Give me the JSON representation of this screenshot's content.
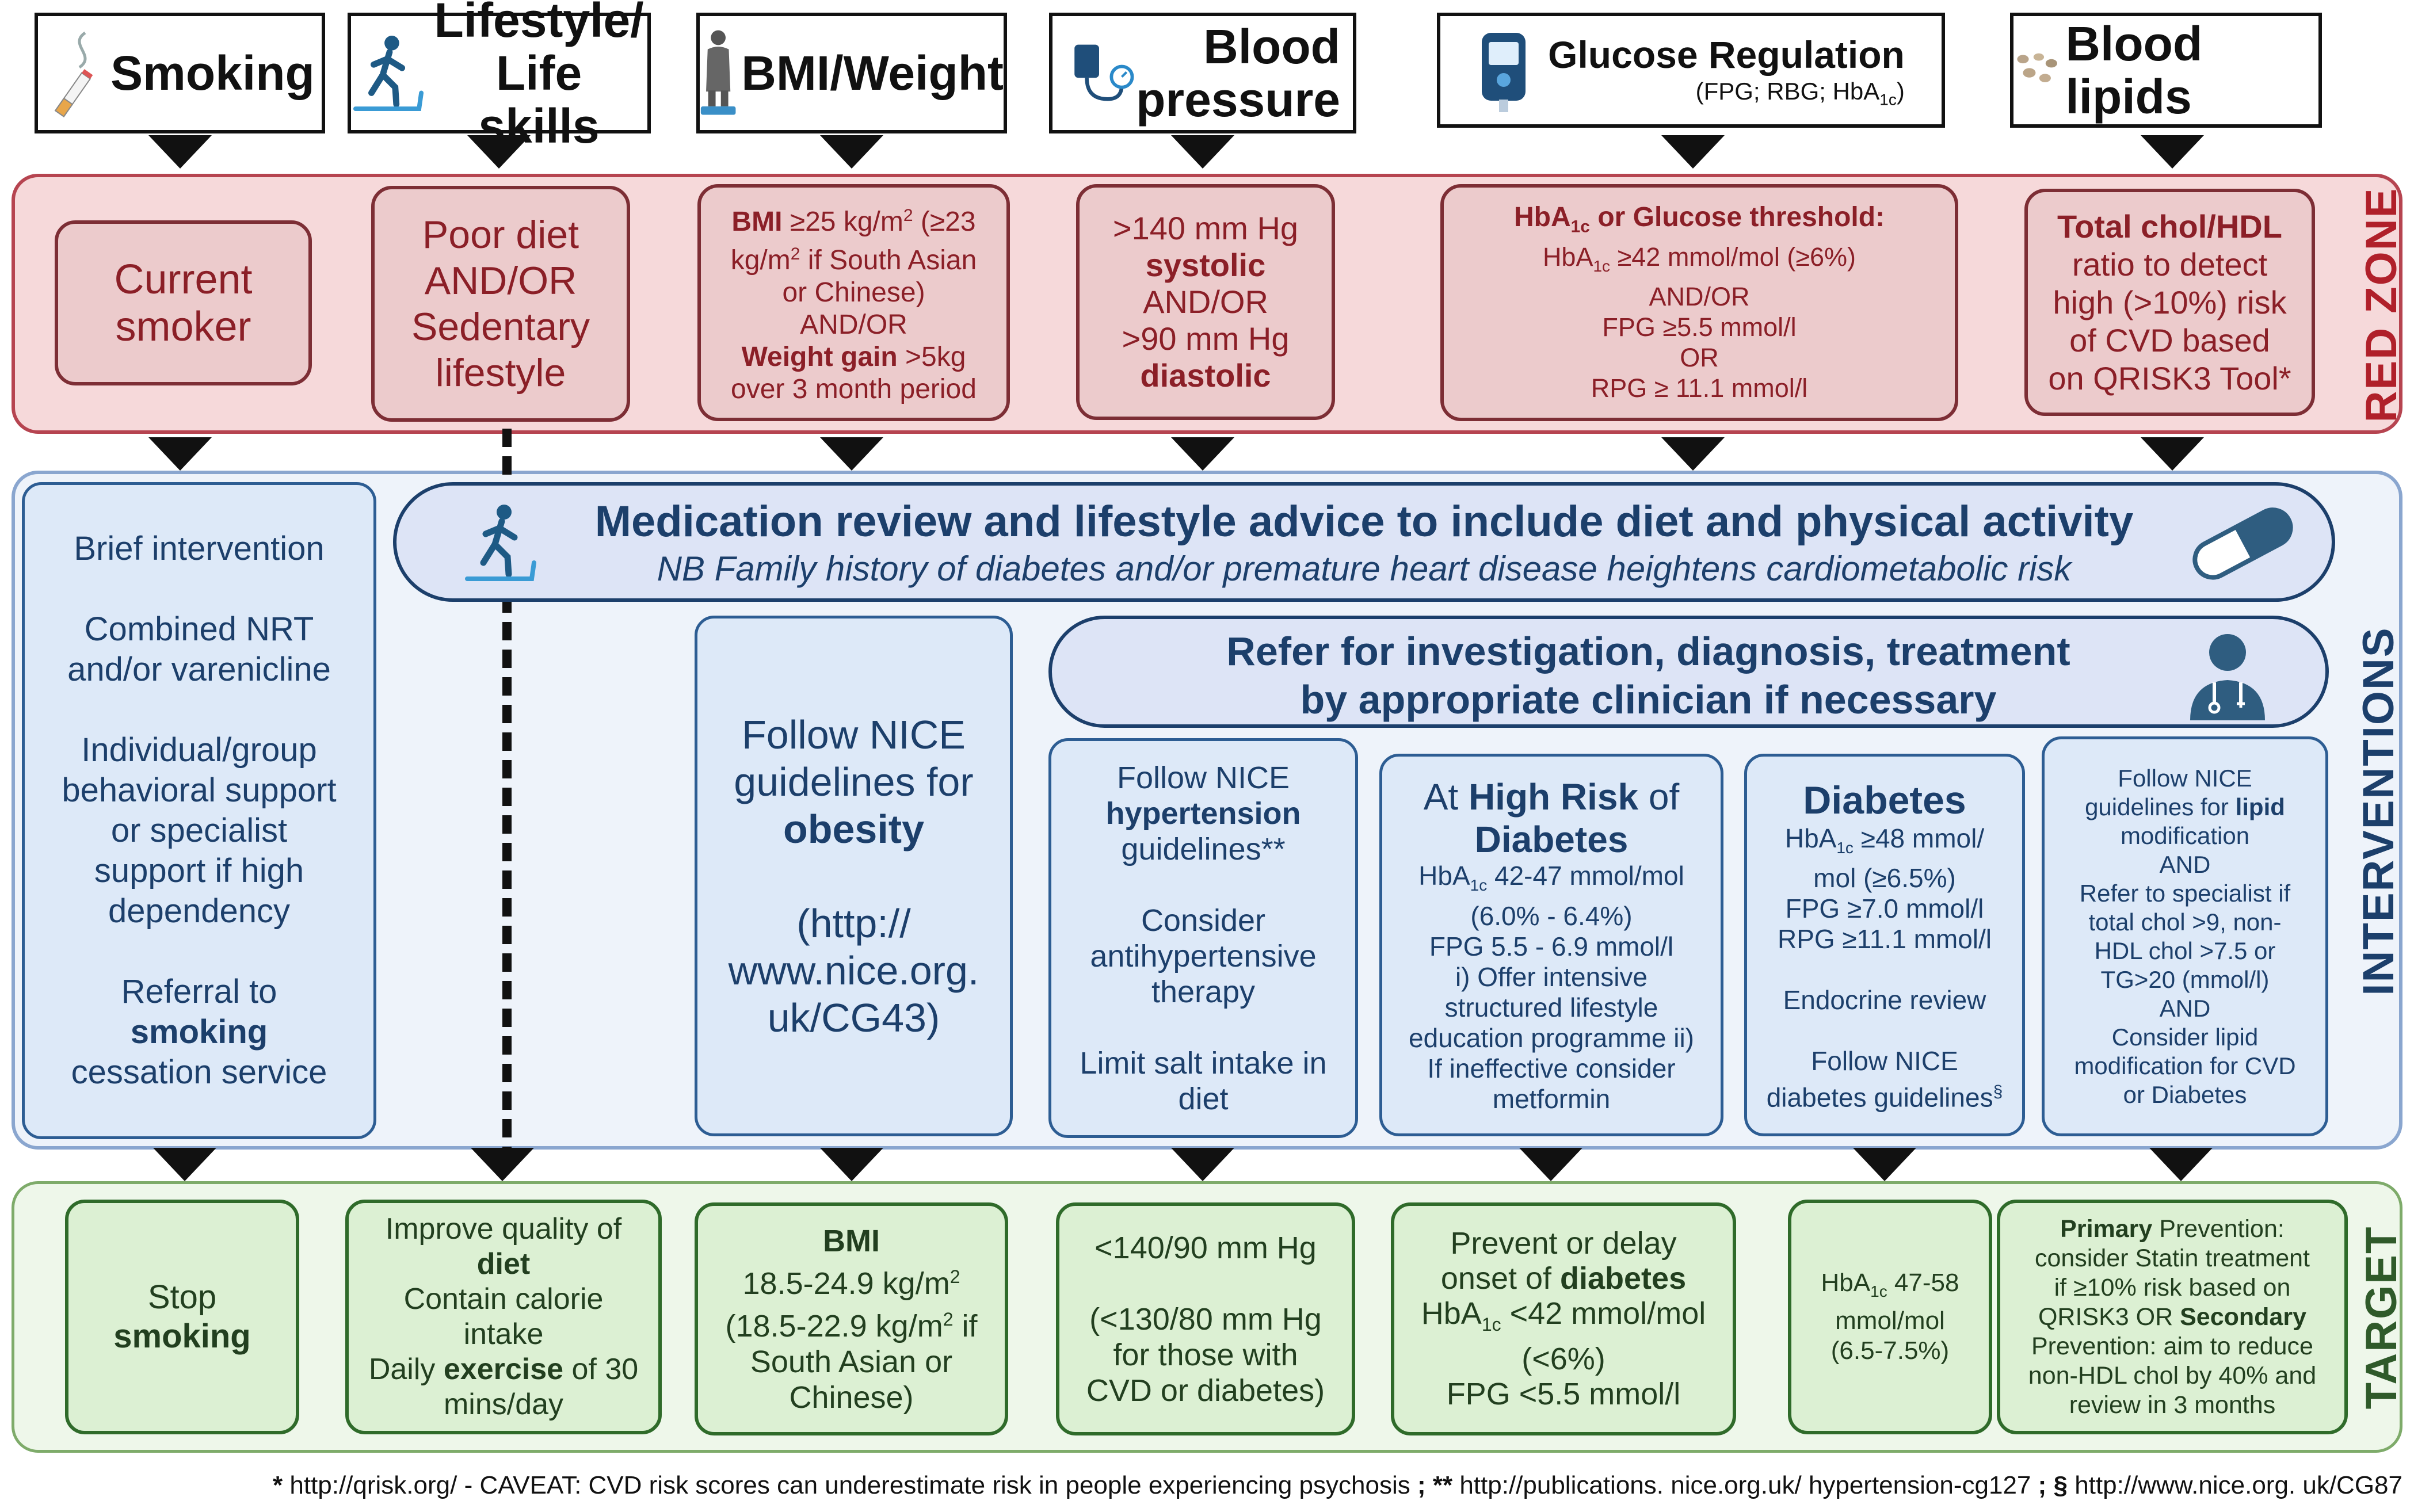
{
  "headers": {
    "smoking": "Smoking",
    "lifestyle": "Lifestyle/\nLife skills",
    "bmi": "BMI/Weight",
    "blood_pressure": "Blood\npressure",
    "glucose": "Glucose Regulation",
    "glucose_sub_a": "(FPG; RBG; HbA",
    "glucose_sub_sub": "1c",
    "glucose_sub_b": ")",
    "lipids": "Blood lipids"
  },
  "zones": {
    "red": "RED ZONE",
    "interventions": "INTERVENTIONS",
    "target": "TARGET"
  },
  "red": {
    "smoker": "Current\nsmoker",
    "diet": "Poor diet\nAND/OR\nSedentary\nlifestyle",
    "bmi_b1": "BMI",
    "bmi_t1": " ≥25 kg/m",
    "bmi_sup1": "2",
    "bmi_t2": " (≥23 kg/m",
    "bmi_sup2": "2",
    "bmi_t3": "  if South Asian or Chinese)",
    "bmi_and": "AND/OR",
    "bmi_b2": "Weight gain",
    "bmi_t4": " >5kg over 3 month period",
    "bp_1": ">140 mm Hg",
    "bp_2": "systolic",
    "bp_3": "AND/OR",
    "bp_4": ">90 mm Hg",
    "bp_5": "diastolic",
    "gl_title_a": "HbA",
    "gl_title_sub": "1c",
    "gl_title_b": " or Glucose threshold:",
    "gl_l1a": "HbA",
    "gl_l1sub": "1c",
    "gl_l1b": " ≥42 mmol/mol (≥6%)",
    "gl_l2": "AND/OR",
    "gl_l3": "FPG ≥5.5 mmol/l",
    "gl_l4": "OR",
    "gl_l5": "RPG ≥ 11.1 mmol/l",
    "lip_b": "Total chol/HDL",
    "lip_t": "ratio to detect\nhigh (>10%) risk\nof CVD based\non QRISK3 Tool*"
  },
  "interventions": {
    "smoking_1": "Brief intervention",
    "smoking_2": "Combined NRT\nand/or varenicline",
    "smoking_3": "Individual/group\nbehavioral support\nor specialist\nsupport if high\ndependency",
    "smoking_4a": "Referral to",
    "smoking_4b": "smoking",
    "smoking_4c": "cessation service",
    "med_title": "Medication review and lifestyle advice to include diet and physical activity",
    "med_sub": "NB Family history of diabetes and/or premature heart disease heightens cardiometabolic risk",
    "refer": "Refer for investigation, diagnosis, treatment\nby appropriate clinician if necessary",
    "obesity_a": "Follow NICE\nguidelines for",
    "obesity_b": "obesity",
    "obesity_c": "(http://\nwww.nice.org.\nuk/CG43)",
    "hyp_a": "Follow NICE",
    "hyp_b": "hypertension",
    "hyp_c": "guidelines**",
    "hyp_d": "Consider\nantihypertensive\ntherapy",
    "hyp_e": "Limit salt intake in\ndiet",
    "hr_a": "At ",
    "hr_b": "High Risk",
    "hr_c": " of",
    "hr_d": "Diabetes",
    "hr_e1": "HbA",
    "hr_esub": "1c",
    "hr_e2": " 42-47 mmol/mol\n(6.0% - 6.4%)",
    "hr_f": "FPG 5.5 - 6.9 mmol/l\ni) Offer intensive\nstructured lifestyle\neducation programme ii)\nIf ineffective consider\nmetformin",
    "db_title": "Diabetes",
    "db_a1": "HbA",
    "db_asub": "1c",
    "db_a2": " ≥48 mmol/\nmol (≥6.5%)",
    "db_b": "FPG ≥7.0 mmol/l\nRPG ≥11.1 mmol/l",
    "db_c": "Endocrine review",
    "db_d": "Follow NICE\ndiabetes guidelines",
    "db_dsup": "§",
    "lip_a": "Follow NICE\nguidelines for ",
    "lip_b": "lipid",
    "lip_c": "modification\nAND\nRefer to specialist if\ntotal chol >9, non-\nHDL chol >7.5 or\nTG>20 (mmol/l)\nAND\nConsider lipid\nmodification for CVD\nor Diabetes"
  },
  "targets": {
    "stop_a": "Stop",
    "stop_b": "smoking",
    "diet_a": "Improve quality of",
    "diet_b": "diet",
    "diet_c": "Contain calorie\nintake",
    "diet_d": "Daily ",
    "diet_e": "exercise",
    "diet_f": " of 30\nmins/day",
    "bmi_a": "BMI",
    "bmi_b": "18.5-24.9 kg/m",
    "bmi_bsup": "2",
    "bmi_c": "(18.5-22.9 kg/m",
    "bmi_csup": "2",
    "bmi_d": " if\nSouth Asian or\nChinese)",
    "bp_a": "<140/90 mm Hg",
    "bp_b": "(<130/80 mm Hg\nfor those with\nCVD or diabetes)",
    "prev_a": "Prevent or delay\nonset of ",
    "prev_b": "diabetes",
    "prev_c1": "HbA",
    "prev_csub": "1c",
    "prev_c2": " <42 mmol/mol\n(<6%)\nFPG <5.5 mmol/l",
    "hba_a": "HbA",
    "hba_sub": "1c",
    "hba_b": " 47-58\nmmol/mol\n(6.5-7.5%)",
    "stat_a": "Primary",
    "stat_b": " Prevention:\nconsider Statin treatment\nif ≥10% risk based on\nQRISK3 OR ",
    "stat_c": "Secondary",
    "stat_d": "\nPrevention: aim to reduce\nnon-HDL chol by 40% and\nreview in 3 months"
  },
  "footer": {
    "a": "* ",
    "b": "http://qrisk.org/ - CAVEAT: CVD risk scores can underestimate risk in people experiencing psychosis ",
    "c": "; ** ",
    "d": "http://publications. nice.org.uk/ hypertension-cg127 ",
    "e": "; § ",
    "f": "http://www.nice.org. uk/CG87"
  },
  "colors": {
    "red_text": "#8b1f27",
    "blue_text": "#1c3f6b",
    "green_text": "#223f1f"
  }
}
